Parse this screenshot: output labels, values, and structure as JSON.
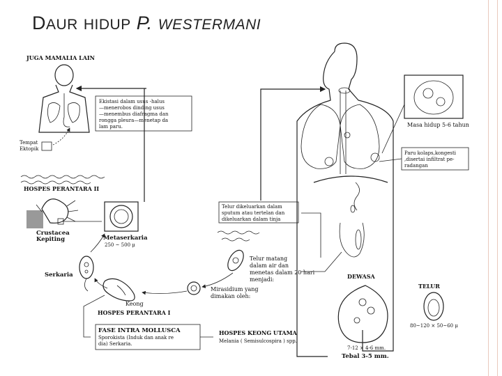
{
  "slide": {
    "title_first_letter": "D",
    "title_word1_rest": "AUR",
    "title_word2": "HIDUP",
    "title_species_initial": "P.",
    "title_species": "WESTERMANI"
  },
  "diagram": {
    "other_mammals_label": "JUGA MAMALIA LAIN",
    "ectopic_label_line1": "Tempat",
    "ectopic_label_line2": "Ektopik",
    "excystation_text": [
      "Ekistasi dalam usus -halus",
      "—menerobos dinding usus",
      "—menembus diafragma dan",
      "rongga pleura—menetap da",
      "lam paru."
    ],
    "second_host_label": "HOSPES PERANTARA II",
    "crustacea_label": "Crustacea",
    "crab_label": "Kepiting",
    "metacercaria_label": "Metaserkaria",
    "metacercaria_size": "250 ~ 500 μ",
    "cercaria_label": "Serkaria",
    "snail_label": "Keong",
    "first_host_label": "HOSPES PERANTARA I",
    "mollusca_phase_title": "FASE INTRA MOLLUSCA",
    "mollusca_phase_text": [
      "Sporokista (Induk dan anak re",
      "dia) Serkaria."
    ],
    "snail_host_title": "HOSPES KEONG UTAMA",
    "snail_host_text": "Melania ( Semisulcospira ) spp.",
    "egg_release_text": [
      "Telur dikeluarkan dalam",
      "sputum atau tertelan dan",
      "dikeluarkan dalam tinja"
    ],
    "mature_egg_text": [
      "Telur matang",
      "dalam air dan",
      "menetas dalam 20 hari",
      "menjadi:"
    ],
    "miracidium_text": [
      "Mirasidium yang",
      "dimakan oleh:"
    ],
    "lifespan_label": "Masa hidup 5-6 tahun",
    "lung_text": [
      "Paru kolaps,kongesti",
      ",disertai infiltrat pe-",
      "radangan"
    ],
    "adult_label": "DEWASA",
    "adult_size": "7-12 × 4-6 mm.",
    "adult_thickness": "Tebal 3-5 mm.",
    "egg_label": "TELUR",
    "egg_size": "80~120 × 50~60 μ"
  }
}
